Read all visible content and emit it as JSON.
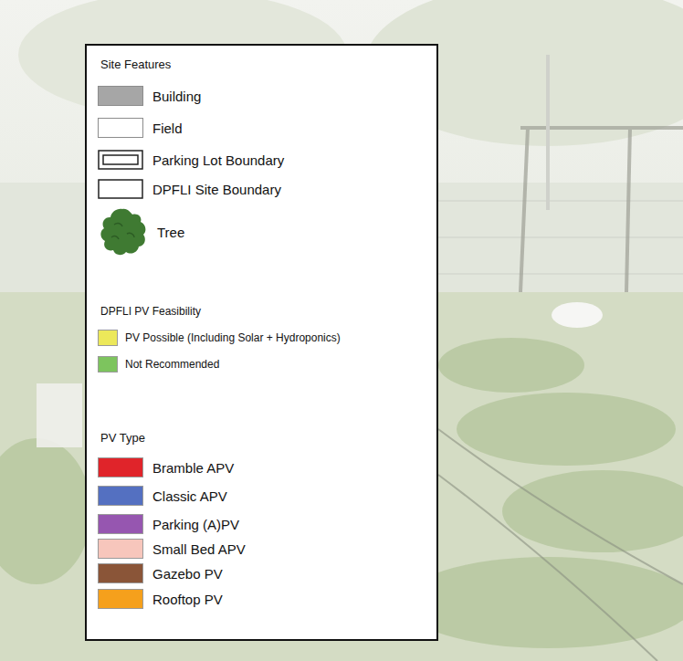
{
  "diagram": {
    "labels": [
      "Site Features",
      "DPFLI PV Feasibility",
      "PV Type"
    ],
    "legend": [
      {
        "text": "Building",
        "color": "#a6a6a6"
      },
      {
        "text": "Field",
        "color": "#ffffff"
      },
      {
        "text": "Parking Lot Boundary"
      },
      {
        "text": "DPFLI Site Boundary"
      },
      {
        "text": "Tree"
      },
      {
        "text": "PV Possible (Including Solar + Hydroponics)",
        "color": "#ece85a"
      },
      {
        "text": "Not Recommended",
        "color": "#7dc45e"
      },
      {
        "text": "Bramble APV",
        "color": "#e0242a"
      },
      {
        "text": "Classic APV",
        "color": "#5470c1"
      },
      {
        "text": "Parking (A)PV",
        "color": "#9656b0"
      },
      {
        "text": "Small Bed APV",
        "color": "#f7c6bc"
      },
      {
        "text": "Gazebo PV",
        "color": "#8a5538"
      },
      {
        "text": "Rooftop PV",
        "color": "#f5a01c"
      }
    ]
  }
}
